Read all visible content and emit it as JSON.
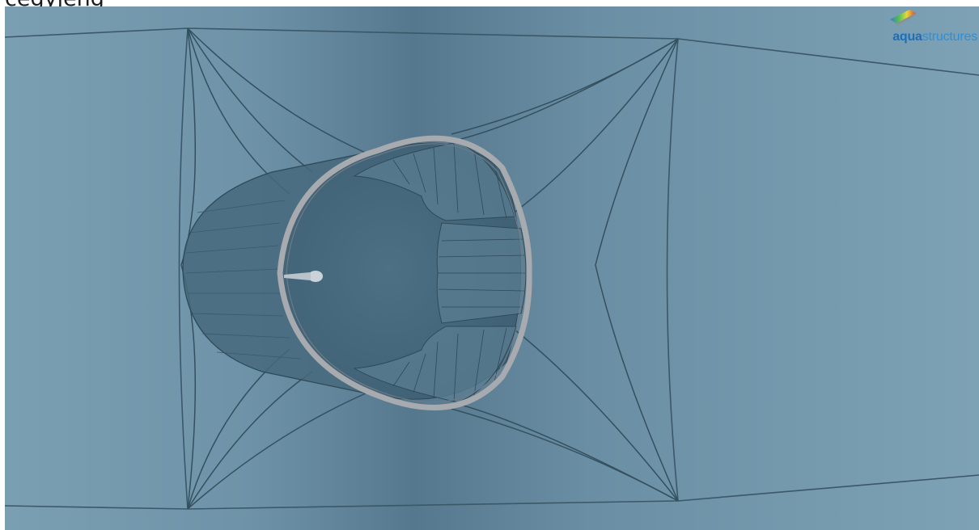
{
  "caption": {
    "text": "cegyjeng"
  },
  "logo": {
    "name_bold": "aqua",
    "name_light": "structures"
  },
  "colors": {
    "water_light": "#7a9fb2",
    "water_dark": "#4f7289",
    "cable": "#34505f",
    "ring": "#a3a6ab",
    "logo_blue": "#1d6fb6"
  },
  "icons": {
    "logo": "aquastructures-logo-icon"
  }
}
